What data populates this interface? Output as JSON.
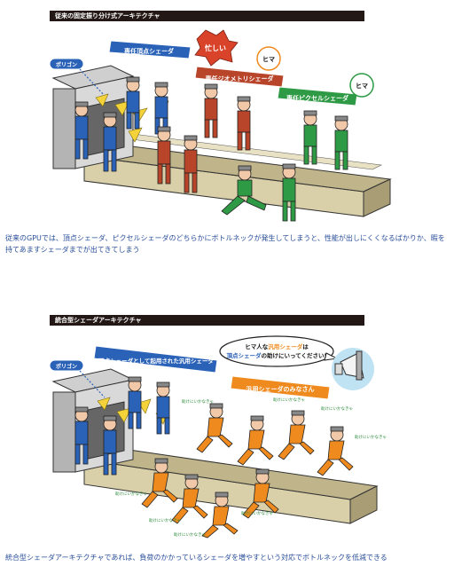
{
  "section1": {
    "header": "従来の固定振り分け式アーキテクチャ",
    "polygon_label": "ポリゴン",
    "vertex_banner": "専任頂点シェーダ",
    "geometry_banner": "専任ジオメトリシェーダ",
    "pixel_banner": "専任ピクセルシェーダ",
    "busy_bubble": "忙しい",
    "idle_bubble_1": "ヒマ",
    "idle_bubble_2": "ヒマ",
    "caption": "従来のGPUでは、頂点シェーダ、ピクセルシェーダのどちらかにボトルネックが発生してしまうと、性能が出しにくくなるばかりか、暇を持てあますシェーダまでが出てきてしまう"
  },
  "section2": {
    "header": "統合型シェーダアーキテクチャ",
    "polygon_label": "ポリゴン",
    "vertex_banner": "頂点シェーダとして起用された汎用シェーダ",
    "general_banner": "汎用シェーダのみなさん",
    "megaphone_line1_a": "ヒマ人な",
    "megaphone_line1_b": "汎用シェーダ",
    "megaphone_line1_c": "は",
    "megaphone_line2_a": "頂点シェーダ",
    "megaphone_line2_b": "の助けにいってください!",
    "runner_shout": "助けにいかなきゃ",
    "caption": "統合型シェーダアーキテクチャであれば、負荷のかかっているシェーダを増やすという対応でボトルネックを低減できる"
  },
  "colors": {
    "vertex_blue": "#2a62b8",
    "geometry_red": "#b8442a",
    "pixel_green": "#2f9a45",
    "general_orange": "#ef8a1f",
    "header_black": "#231815",
    "caption_blue": "#2a4f9a"
  }
}
